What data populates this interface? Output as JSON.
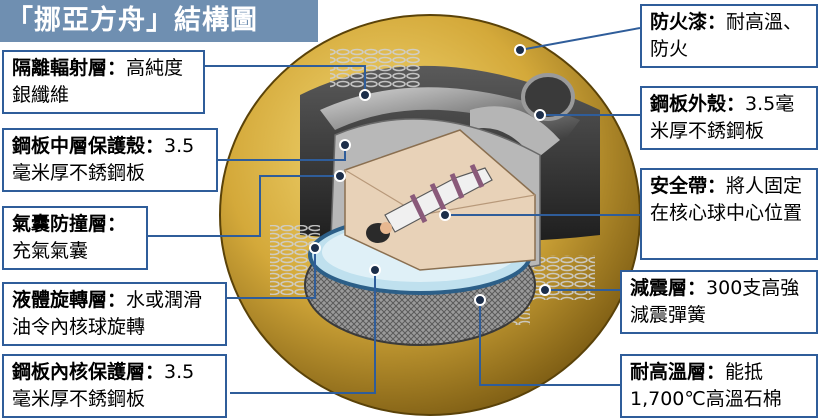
{
  "title": "「挪亞方舟」結構圖",
  "labels": [
    {
      "name": "防火漆：",
      "desc": "耐高溫、防火"
    },
    {
      "name": "隔離輻射層：",
      "desc": "高純度銀纖維"
    },
    {
      "name": "鋼板外殼：",
      "desc": "3.5毫米厚不銹鋼板"
    },
    {
      "name": "鋼板中層保護殼：",
      "desc": "3.5毫米厚不銹鋼板"
    },
    {
      "name": "安全帶：",
      "desc": "將人固定在核心球中心位置"
    },
    {
      "name": "氣囊防撞層：",
      "desc": "充氣氣囊"
    },
    {
      "name": "減震層：",
      "desc": "300支高強減震彈簧"
    },
    {
      "name": "液體旋轉層：",
      "desc": "水或潤滑油令內核球旋轉"
    },
    {
      "name": "鋼板內核保護層：",
      "desc": "3.5 毫米厚不銹鋼板"
    },
    {
      "name": "耐高溫層：",
      "desc": "能抵1,700℃高溫石棉"
    }
  ],
  "colors": {
    "title_bg": "#6f8fb1",
    "label_border": "#2f5d9a",
    "outer_shell": "#d4a93a",
    "steel": "#8a8a8a",
    "core_water": "#bfe0ee"
  }
}
